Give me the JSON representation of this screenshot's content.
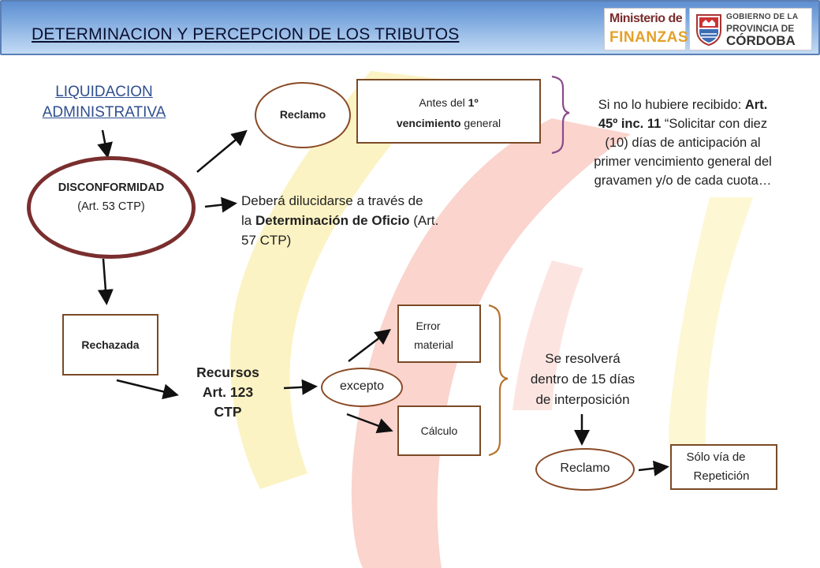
{
  "header": {
    "title": "DETERMINACION Y PERCEPCION DE LOS TRIBUTOS",
    "logo_ministerio_line1": "Ministerio de",
    "logo_ministerio_line2": "FINANZAS",
    "logo_gobierno_line1": "GOBIERNO DE LA",
    "logo_gobierno_line2": "PROVINCIA DE",
    "logo_gobierno_line3": "CÓRDOBA"
  },
  "diagram": {
    "liquidacion": {
      "line1": "LIQUIDACION",
      "line2": "ADMINISTRATIVA"
    },
    "disconformidad": {
      "line1": "DISCONFORMIDAD",
      "line2": "(Art. 53 CTP)"
    },
    "reclamo_top": "Reclamo",
    "antes": {
      "pre": "Antes del ",
      "bold1": "1º",
      "bold2": "vencimiento",
      "post": " general"
    },
    "si_no": {
      "l1_pre": "Si no lo hubiere recibido: ",
      "l1_bold": "Art.",
      "l2_bold": "45º inc. 11",
      "l2_post": " “Solicitar con diez",
      "l3": "(10) días de anticipación al",
      "l4": "primer vencimiento general del",
      "l5": "gravamen y/o de cada cuota…"
    },
    "debera": {
      "l1": "Deberá dilucidarse a través de",
      "l2_pre": "la ",
      "l2_bold": "Determinación de Oficio",
      "l2_post": " (Art.",
      "l3": "57 CTP)"
    },
    "rechazada": "Rechazada",
    "recursos": {
      "line1": "Recursos",
      "line2": "Art. 123",
      "line3": "CTP"
    },
    "excepto": "excepto",
    "error_material": {
      "line1": "Error",
      "line2": "material"
    },
    "calculo": "Cálculo",
    "se_resolvera": {
      "line1": "Se resolverá",
      "line2": "dentro de 15 días",
      "line3": "de interposición"
    },
    "reclamo_bottom": "Reclamo",
    "solo_via": {
      "line1": "Sólo vía de",
      "line2": "Repetición"
    }
  },
  "colors": {
    "header_gradient_top": "#5f8fd1",
    "header_border": "#5b7fb5",
    "box_border": "#7a4a26",
    "disconformidad_border": "#7a2e2e",
    "liquidacion_text": "#2f4f8f",
    "bracket": "#8a4a8a",
    "bracket_bottom": "#b5722d",
    "background_red": "#f08a7a",
    "background_yellow": "#f6e06a"
  }
}
